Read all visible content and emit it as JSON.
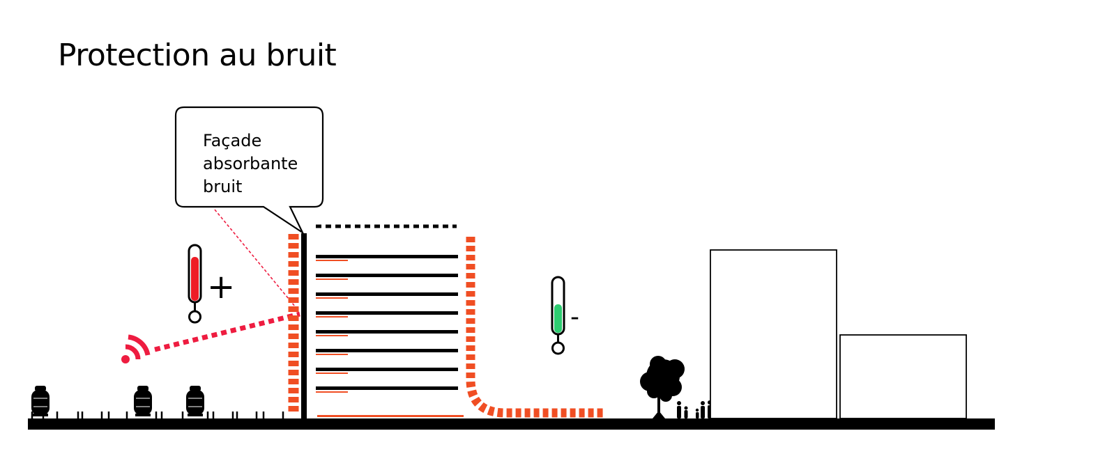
{
  "title": "Protection au bruit",
  "callout": {
    "lines": [
      "Façade",
      "absorbante",
      "bruit"
    ]
  },
  "thermometer_hot": {
    "symbol": "+",
    "fill_color": "#ee1c25"
  },
  "thermometer_cool": {
    "symbol": "-",
    "fill_color": "#2ecc71"
  },
  "colors": {
    "noise_absorption": "#f04e23",
    "sound_wave": "#ee1c40",
    "structure": "#000000"
  },
  "icons": [
    "train-icon",
    "sound-wave-icon",
    "tree-icon",
    "people-icon"
  ]
}
